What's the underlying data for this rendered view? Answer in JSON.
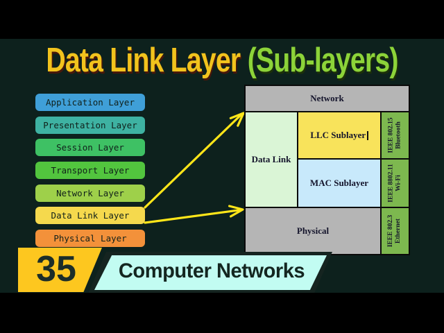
{
  "title": {
    "main": "Data Link Layer",
    "suffix": "(Sub-layers)"
  },
  "osi": {
    "items": [
      {
        "label": "Application Layer",
        "color": "#3f9fd8"
      },
      {
        "label": "Presentation Layer",
        "color": "#3eb2a2"
      },
      {
        "label": "Session Layer",
        "color": "#3ec164"
      },
      {
        "label": "Transport Layer",
        "color": "#52c53e"
      },
      {
        "label": "Network Layer",
        "color": "#9ed04a"
      },
      {
        "label": "Data Link Layer",
        "color": "#f5d94d"
      },
      {
        "label": "Physical Layer",
        "color": "#f3913a"
      }
    ]
  },
  "diagram": {
    "network_label": "Network",
    "data_link_label": "Data Link",
    "llc_label": "LLC Sublayer",
    "mac_label": "MAC Sublayer",
    "physical_label": "Physical",
    "standards": [
      {
        "code": "IEEE 802.15",
        "name": "Bluetooth"
      },
      {
        "code": "IEEE 8802.11",
        "name": "Wi-Fi"
      },
      {
        "code": "IEEE 802.3",
        "name": "Ethernet"
      }
    ],
    "colors": {
      "network": "#b5b5b5",
      "data_link": "#daf5d6",
      "llc": "#f8e35b",
      "mac": "#c8e9fb",
      "physical": "#b5b5b5",
      "standard": "#7db84f"
    }
  },
  "badge": {
    "number": "35",
    "course": "Computer Networks",
    "number_bg": "#fdc71f",
    "course_bg": "#c2fcf2"
  },
  "colors": {
    "content_bg": "#0d211d",
    "title_main": "#f2c31d",
    "title_suffix": "#8cd339",
    "arrow": "#ffe619"
  }
}
